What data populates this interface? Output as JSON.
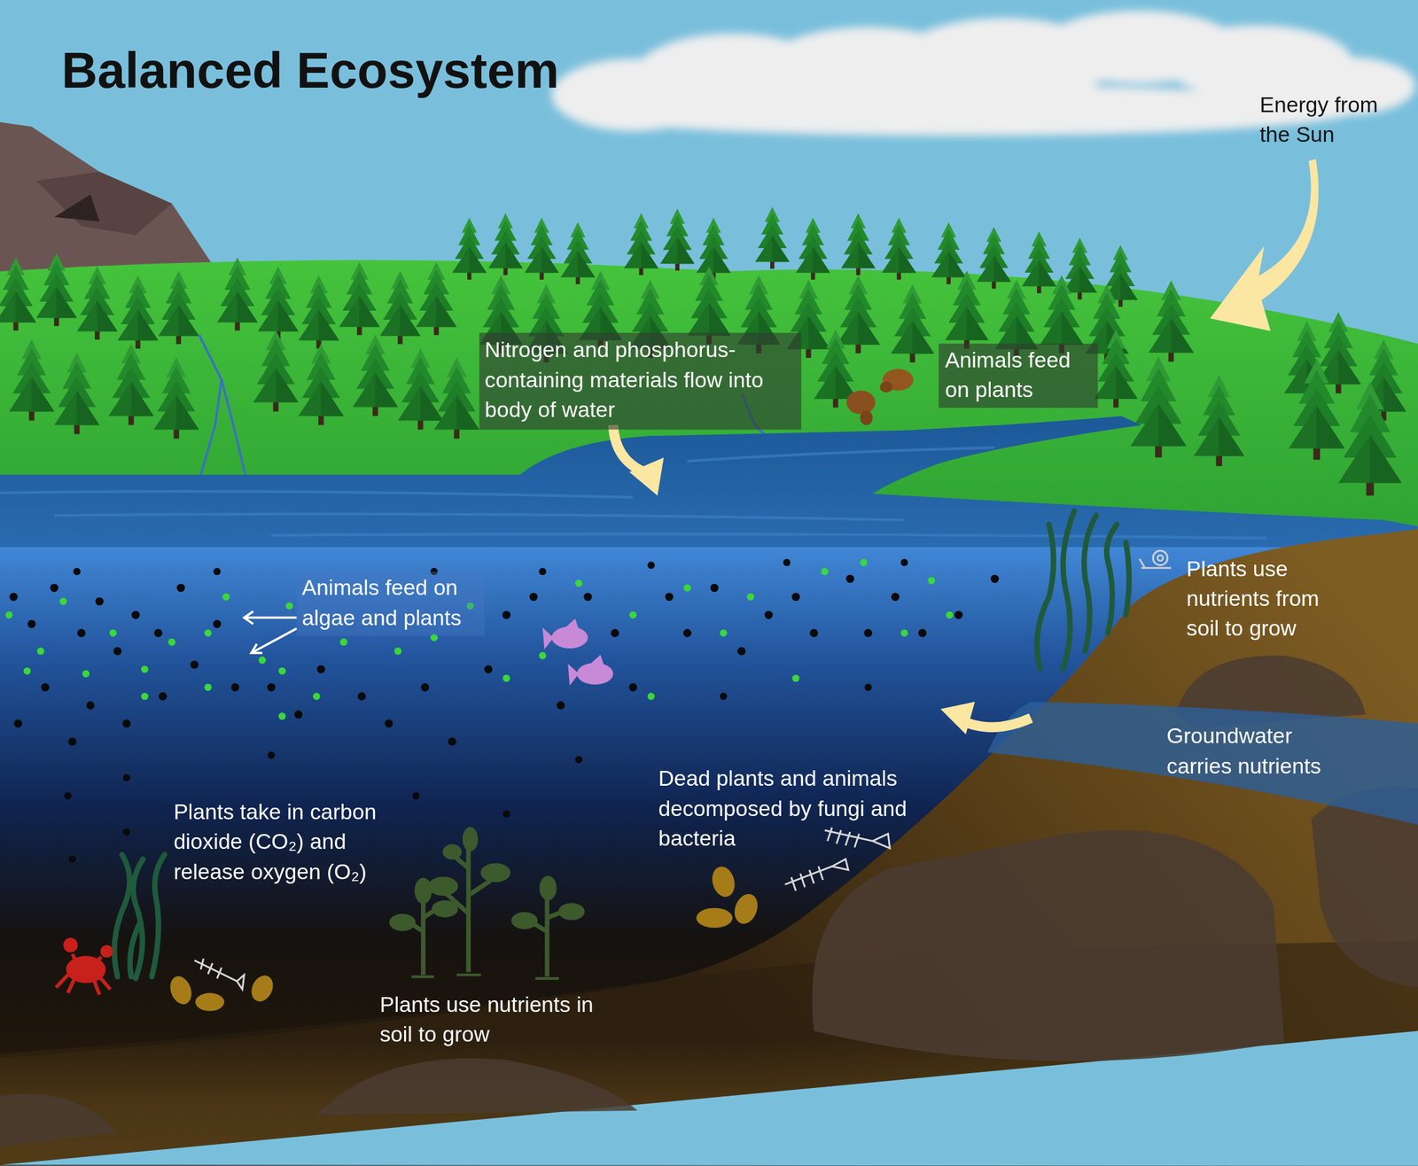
{
  "diagram": {
    "title": "Balanced Ecosystem",
    "nodes": [
      {
        "text": [
          "Nitrogen and phosphorus-containing materials flow into body of water"
        ]
      },
      {
        "text": [
          "Animals feed on plants"
        ]
      },
      {
        "text": [
          "Animals feed on algae and plants"
        ]
      }
    ],
    "labels": [
      "Energy from the Sun",
      "Plants use nutrients from soil to grow",
      "Groundwater carries nutrients",
      "Dead plants and animals decomposed by fungi and bacteria",
      "Plants take in carbon dioxide (CO₂) and release oxygen (O₂)",
      "Plants use nutrients in soil to grow"
    ]
  }
}
